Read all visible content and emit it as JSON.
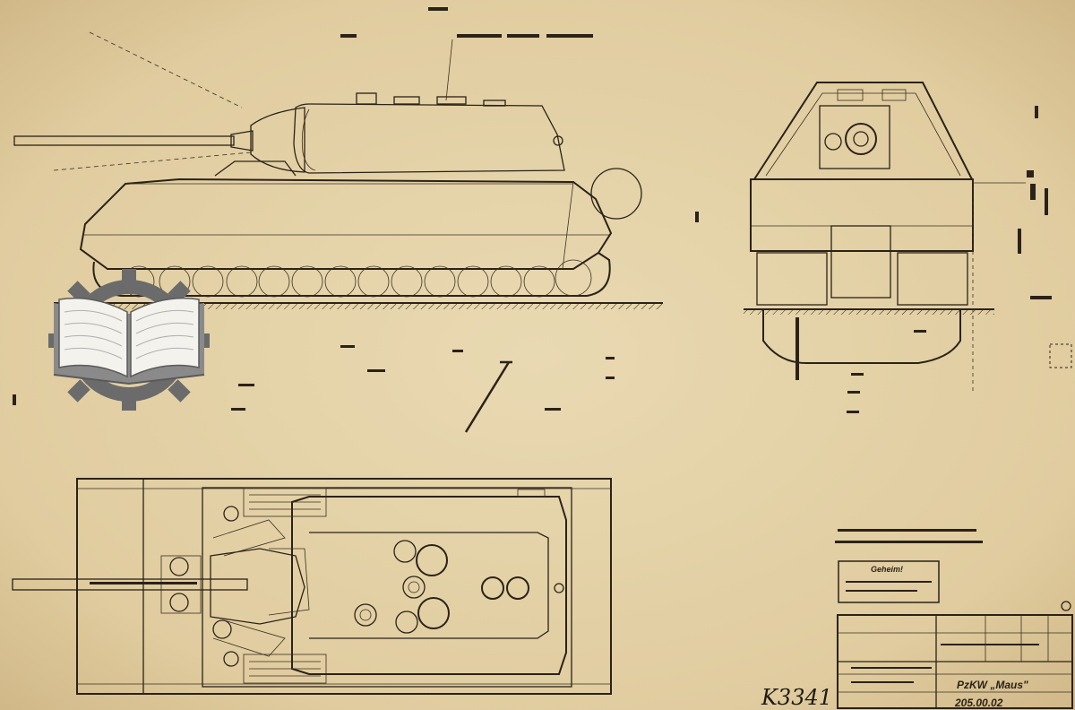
{
  "title_block": {
    "designation": "PzKW „Maus\"",
    "drawing_number": "205.00.02",
    "stamp_label": "Geheim!"
  },
  "catalog_mark": "K3341",
  "side_view": {
    "ground_hatch": true
  },
  "colors": {
    "paper": "#e4d2a8",
    "ink": "#2b2218",
    "logo_gray": "#6b6b6b"
  },
  "logo": {
    "icon": "open-book-gear-logo"
  }
}
